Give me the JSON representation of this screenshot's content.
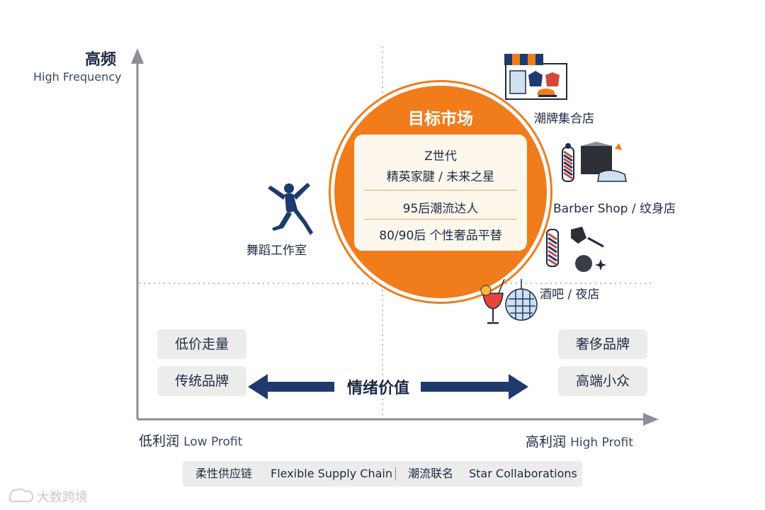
{
  "axes": {
    "y_title_zh": "高频",
    "y_title_en": "High Frequency",
    "x_left_zh": "低利润",
    "x_left_en": "Low Profit",
    "x_right_zh": "高利润",
    "x_right_en": "High Profit"
  },
  "target": {
    "title": "目标市场",
    "line1": "Z世代",
    "line2": "精英家腱 / 未来之星",
    "line3": "95后潮流达人",
    "line4": "80/90后 个性奢品平替"
  },
  "items": {
    "dance": "舞蹈工作室",
    "trend_store": "潮牌集合店",
    "barber": "Barber Shop / 纹身店",
    "bar": "酒吧 / 夜店"
  },
  "tags": {
    "low_price": "低价走量",
    "traditional": "传统品牌",
    "luxury": "奢侈品牌",
    "niche": "高端小众"
  },
  "emotion": "情绪价值",
  "footer": {
    "left_zh": "柔性供应链",
    "left_en": "Flexible Supply Chain",
    "right_zh": "潮流联名",
    "right_en": "Star Collaborations"
  },
  "watermark": "大数跨境",
  "colors": {
    "orange": "#f07c1c",
    "navy": "#1e3a6e",
    "axis": "#8a8f98"
  }
}
